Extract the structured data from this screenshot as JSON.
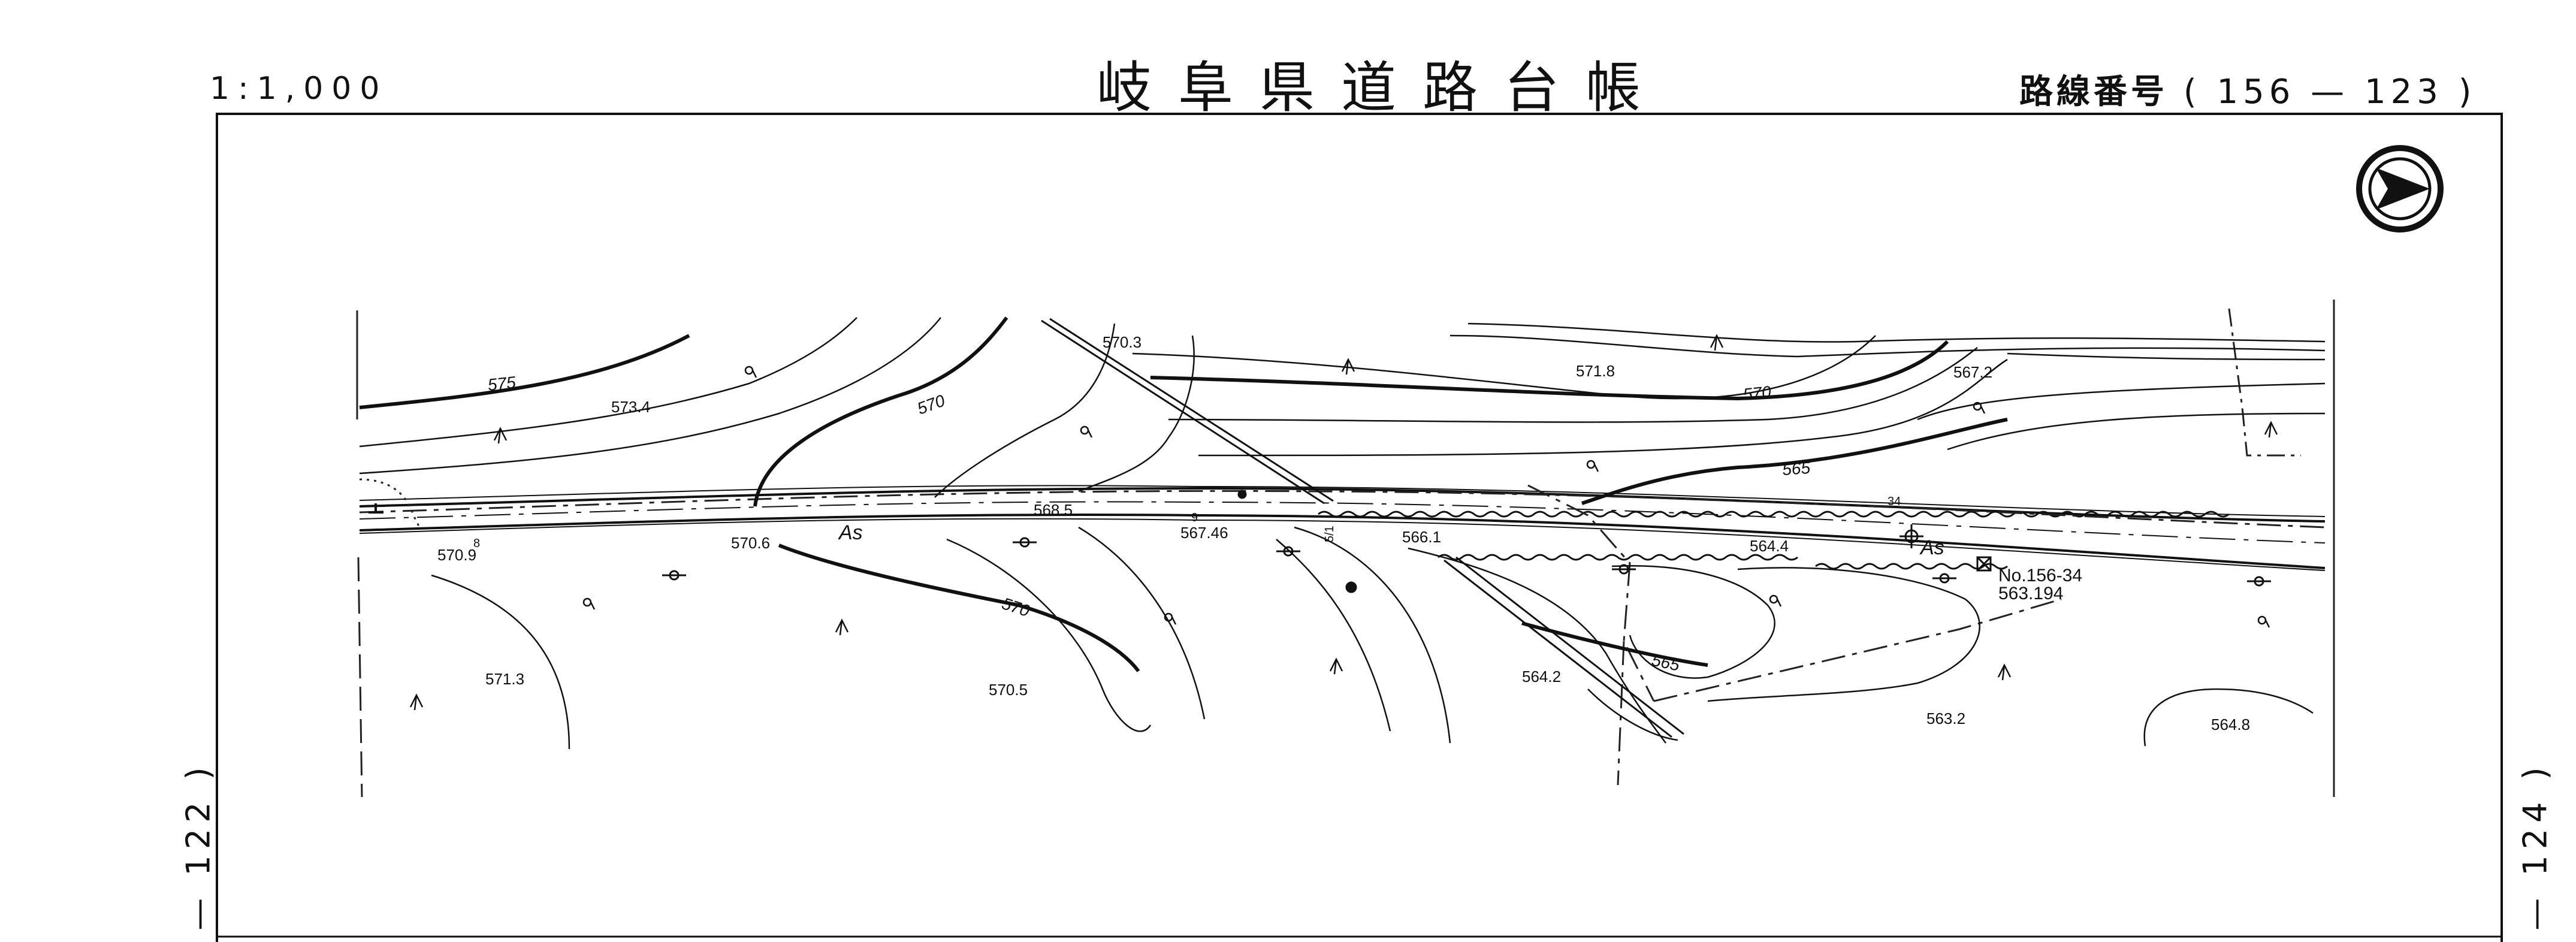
{
  "header": {
    "scale": "1:1,000",
    "title": "岐阜県道路台帳",
    "route_label": "路線番号",
    "route_number": "( 156 — 123 )"
  },
  "margins": {
    "left_sheet_ref": "— 122 )",
    "right_sheet_ref": "— 124 )"
  },
  "map": {
    "contour_labels": [
      "575",
      "570",
      "570",
      "570",
      "570",
      "565",
      "565"
    ],
    "spot_heights": [
      "570.3",
      "573.4",
      "571.8",
      "567.2",
      "568.5",
      "567.46",
      "566.1",
      "564.4",
      "570.6",
      "570.9",
      "571.3",
      "570.5",
      "564.2",
      "563.2",
      "564.8"
    ],
    "road_labels": [
      "As",
      "As"
    ],
    "benchmark_label": "No.156-34",
    "benchmark_elevation": "563.194",
    "small_marks": [
      "8",
      "9",
      "34",
      "5/1"
    ],
    "north_arrow": "north-arrow-icon",
    "colors": {
      "ink": "#111111",
      "paper": "#ffffff"
    }
  }
}
